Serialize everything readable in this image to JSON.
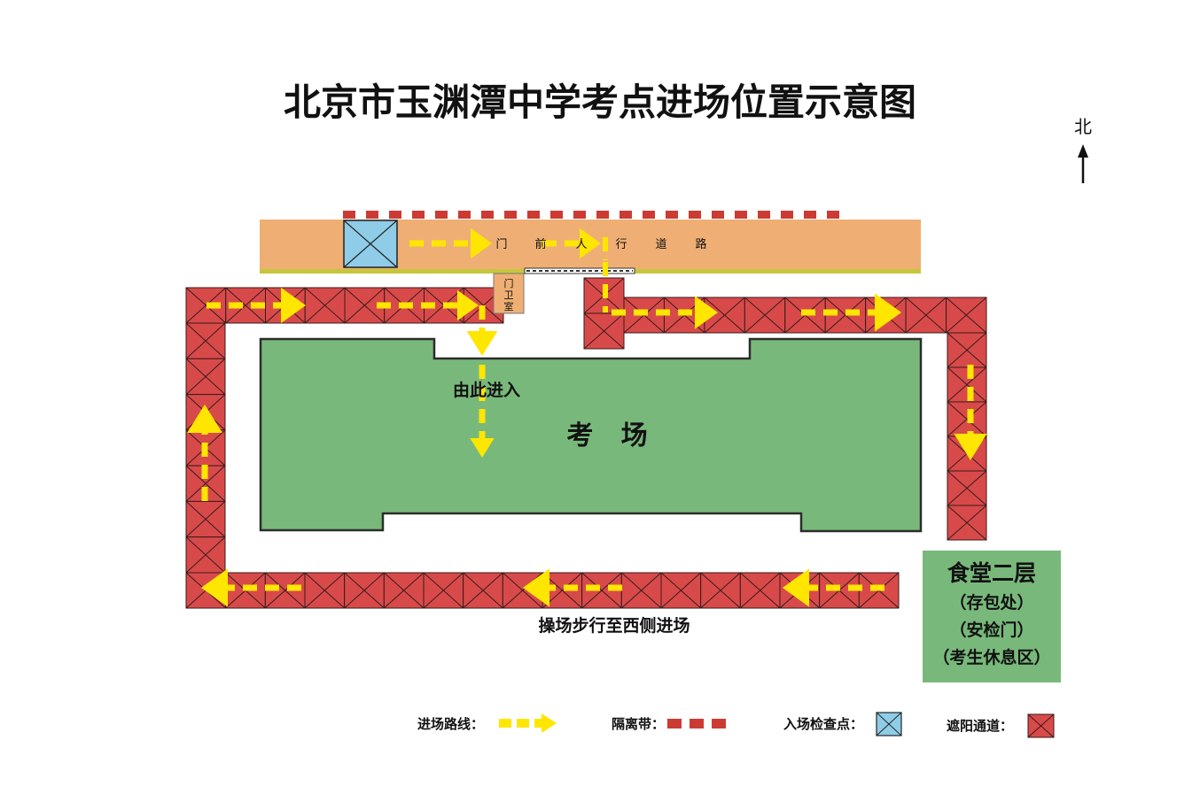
{
  "title": "北京市玉渊潭中学考点进场位置示意图",
  "compass": {
    "label": "北"
  },
  "road": {
    "label_chars": [
      "门",
      "前",
      "人",
      "行",
      "道",
      "路"
    ]
  },
  "guard_room": {
    "label_chars": [
      "门",
      "卫",
      "室"
    ]
  },
  "exam_hall": {
    "label": "考   场"
  },
  "entrance_label": "由此进入",
  "playground_label": "操场步行至西侧进场",
  "canteen": {
    "title": "食堂二层",
    "lines": [
      "（存包处）",
      "（安检门）",
      "（考生休息区）"
    ]
  },
  "legend": {
    "route_label": "进场路线：",
    "barrier_label": "隔离带：",
    "checkpoint_label": "入场检查点：",
    "shade_label": "遮阳通道："
  },
  "colors": {
    "road": "#EFAF74",
    "road_edge": "#C6C63C",
    "shade_fill": "#D84A4A",
    "barrier": "#CC3B33",
    "route_arrow": "#FFE600",
    "hall_fill": "#78B97B",
    "canteen_fill": "#78B97B",
    "checkpoint_fill": "#8FCCE8",
    "guard_room_fill": "#EFAF74"
  }
}
